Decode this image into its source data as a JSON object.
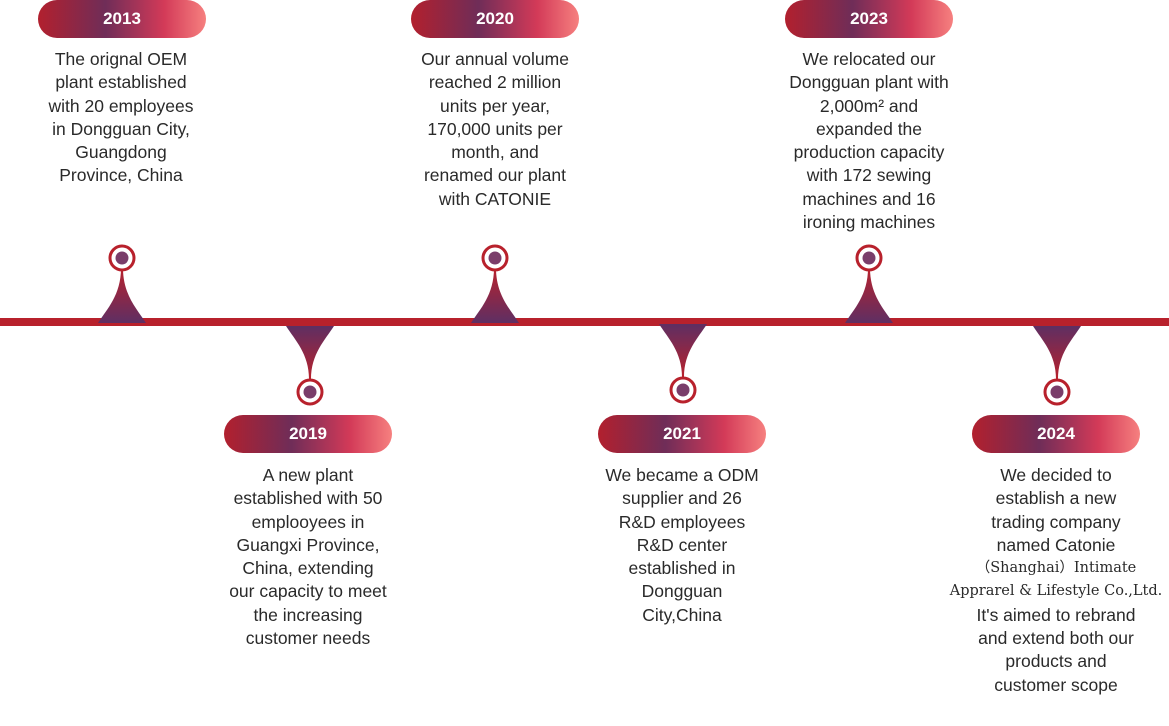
{
  "events": [
    {
      "id": "2013",
      "year": "2013",
      "position": "top",
      "lines": [
        "The orignal OEM",
        "plant established",
        "with 20 employees",
        "in Dongguan City,",
        "Guangdong",
        "Province, China"
      ]
    },
    {
      "id": "2019",
      "year": "2019",
      "position": "bottom",
      "lines": [
        "A new plant",
        "established with 50",
        "emplooyees in",
        "Guangxi Province,",
        "China, extending",
        "our capacity to meet",
        "the increasing",
        "customer needs"
      ]
    },
    {
      "id": "2020",
      "year": "2020",
      "position": "top",
      "lines": [
        "Our annual volume",
        "reached 2 million",
        "units per year,",
        "170,000 units per",
        "month, and",
        "renamed our plant",
        "with CATONIE"
      ]
    },
    {
      "id": "2021",
      "year": "2021",
      "position": "bottom",
      "lines": [
        "We became a ODM",
        "supplier and 26",
        "R&D employees",
        "R&D center",
        "established in",
        "Dongguan",
        "City,China"
      ]
    },
    {
      "id": "2023",
      "year": "2023",
      "position": "top",
      "lines": [
        "We relocated our",
        "Dongguan plant with",
        "2,000m² and",
        "expanded the",
        "production capacity",
        "with 172 sewing",
        "machines and 16",
        "ironing machines"
      ]
    },
    {
      "id": "2024",
      "year": "2024",
      "position": "bottom",
      "lines": [
        "We decided to",
        "establish a new",
        "trading company",
        "named  Catonie",
        "（Shanghai）Intimate",
        "Apprarel & Lifestyle Co.,Ltd.",
        "It's aimed to rebrand",
        "and extend both our",
        "products and",
        "customer scope"
      ]
    }
  ],
  "colors": {
    "axis": "#b8212c",
    "pill_start": "#b2202e",
    "pill_mid": "#6f2d58",
    "pill_end": "#f6807f",
    "marker_ring": "#b8212c",
    "marker_core": "#7a3d6a",
    "text": "#2a2a2a"
  }
}
